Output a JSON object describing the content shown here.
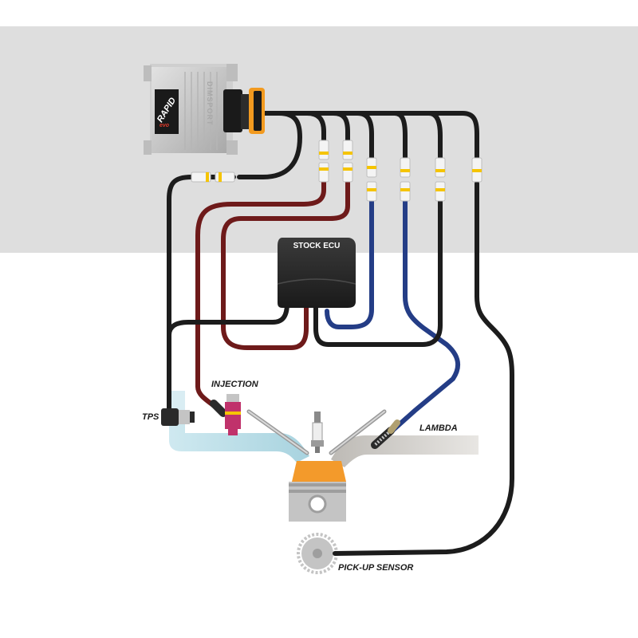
{
  "colors": {
    "top_band": "#dedede",
    "background": "#ffffff",
    "wire_black": "#1c1c1c",
    "wire_red": "#6e1a1a",
    "wire_blue": "#243d86",
    "intake_air": "#b7dde8",
    "exhaust": "#c8c6c2",
    "piston_crown": "#f39a2b",
    "piston_body": "#c4c4c4",
    "module_body": "#c8c8c8",
    "injector": "#c0326b",
    "stock_ecu": "#2a2a2a"
  },
  "module": {
    "logo_main": "RAPID",
    "logo_sub": "evo",
    "brand": "DIMSPORT"
  },
  "stock_ecu": {
    "label": "STOCK ECU"
  },
  "labels": {
    "injection": "INJECTION",
    "tps": "TPS",
    "lambda": "LAMBDA",
    "pickup": "PICK-UP SENSOR"
  }
}
